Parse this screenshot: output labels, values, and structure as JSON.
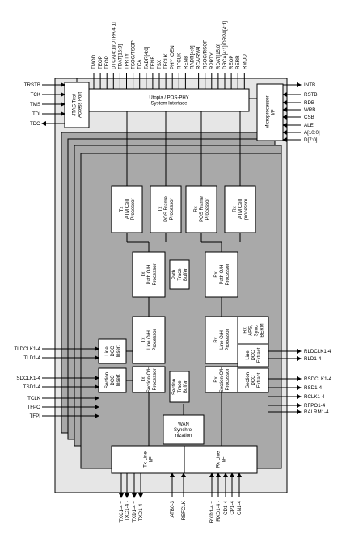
{
  "colors": {
    "chip": "#e6e6e6",
    "cards": "#a9a9a9",
    "block": "#ffffff",
    "line": "#000000"
  },
  "top_pins": [
    "TMOD",
    "TEOP",
    "TEOP",
    "DTCA[4:1]/DTPA[4:1]",
    "TDAT[15:0]",
    "TPRTY",
    "TSOC/TSOP",
    "TCA",
    "TADR[4:0]",
    "TENB",
    "TSX",
    "TFCLK",
    "PHY_OEN",
    "RFCLK",
    "RENB",
    "RADR[4:0]",
    "RCA/RVAL",
    "RSOC/RSOP",
    "RPRTY",
    "RDAT[15:0]",
    "DRCA[4:1]/DRPA[4:1]",
    "REOP",
    "RERR",
    "RMOD"
  ],
  "left_pins": [
    "TRSTB",
    "TCK",
    "TMS",
    "TDI",
    "TDO",
    "TLDCLK1-4",
    "TLD1-4",
    "TSDCLK1-4",
    "TSD1-4",
    "TCLK",
    "TFPO",
    "TFPI"
  ],
  "right_pins": [
    "INTB",
    "RSTB",
    "RDB",
    "WRB",
    "CSB",
    "ALE",
    "A[10:0]",
    "D[7:0]",
    "RLDCLK1-4",
    "RLD1-4",
    "RSDCLK1-4",
    "RSD1-4",
    "RCLK1-4",
    "RFPO1-4",
    "RALRM1-4"
  ],
  "bottom_pins": [
    "TXC1-4 +",
    "TXC1-4 -",
    "TXD1-4 +",
    "TXD1-4 -",
    "ATB0-3",
    "REFCLK",
    "RXD1-4 +",
    "RXD1-4 -",
    "CD1-4",
    "CP1-4",
    "CN1-4"
  ],
  "blocks": {
    "jtag": [
      "JTAG Test",
      "Access Port"
    ],
    "utopia": [
      "Utopia / POS-PHY",
      "System Interface"
    ],
    "micro": [
      "Microprocessor",
      "I/F"
    ],
    "tx_atm": [
      "Tx",
      "ATM Cell",
      "Processor"
    ],
    "tx_pos": [
      "Tx",
      "POS Frame",
      "Processor"
    ],
    "rx_pos": [
      "Rx",
      "POS Frame",
      "Processor"
    ],
    "rx_atm": [
      "Rx",
      "ATM Cell",
      "processor"
    ],
    "tx_path": [
      "Tx",
      "Path O/H",
      "Processor"
    ],
    "path_trace": [
      "Path",
      "Trace",
      "Buffer"
    ],
    "rx_path": [
      "Rx",
      "Path O/H",
      "Processor"
    ],
    "rx_aps": [
      "Rx",
      "APS,",
      "Sync,",
      "BERM"
    ],
    "tx_line_oh": [
      "Tx",
      "Line O/H",
      "Processor"
    ],
    "rx_line_oh": [
      "Rx",
      "Line O/H",
      "Processor"
    ],
    "line_dcc_insert": [
      "Line",
      "DCC",
      "Insert"
    ],
    "line_dcc_extract": [
      "Line",
      "DCC",
      "Extract"
    ],
    "section_dcc_insert": [
      "Section",
      "DCC",
      "Insert"
    ],
    "section_dcc_extract": [
      "Section",
      "DCC",
      "Extract"
    ],
    "tx_section": [
      "Tx",
      "Section O/H",
      "Processor"
    ],
    "rx_section": [
      "Rx",
      "Section O/H",
      "Processor"
    ],
    "section_trace": [
      "Section",
      "Trace",
      "Buffer"
    ],
    "wan": [
      "WAN",
      "Synchro-",
      "nization"
    ],
    "tx_line_if": [
      "Tx Line",
      "I/F"
    ],
    "rx_line_if": [
      "Rx Line",
      "I/F"
    ]
  }
}
